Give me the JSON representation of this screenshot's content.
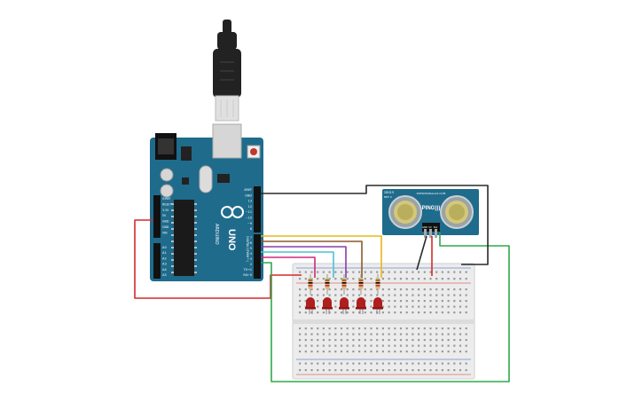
{
  "arduino": {
    "brand": "ARDUINO",
    "model": "UNO",
    "power_pins": [
      "IOREF",
      "RESET",
      "3.3V",
      "5V",
      "GND",
      "GND",
      "VIN"
    ],
    "analog_pins": [
      "A0",
      "A1",
      "A2",
      "A3",
      "A4",
      "A5"
    ],
    "digital_pins_top": [
      "AREF",
      "GND",
      "13",
      "12",
      "~11",
      "~10",
      "~9",
      "8"
    ],
    "digital_pins_bottom": [
      "7",
      "~6",
      "~5",
      "4",
      "~3",
      "2",
      "TX→1",
      "RX←0"
    ],
    "header_label": "DIGITAL (PWM ~)"
  },
  "sensor": {
    "name": "PING)))",
    "top_label": "WWW.PARALLAX.COM",
    "corner_label": "28015",
    "rev_label": "REV C",
    "pins": [
      "GND",
      "5V",
      "SIG"
    ]
  },
  "leds": {
    "count": 5,
    "color": "#b01e1e"
  },
  "colors": {
    "board": "#1f6b8c",
    "board_dark": "#164f6a",
    "usb_cable": "#222222",
    "wire_red": "#d42a2a",
    "wire_black": "#2a2a2a",
    "wire_green": "#2fa84a",
    "wire_yellow": "#e8b814",
    "wire_brown": "#8a5a2b",
    "wire_purple": "#8a3ca8",
    "wire_cyan": "#4cc2d6",
    "wire_magenta": "#d02a7a",
    "breadboard": "#e8e8e8",
    "sensor_board": "#1f6b8c"
  }
}
